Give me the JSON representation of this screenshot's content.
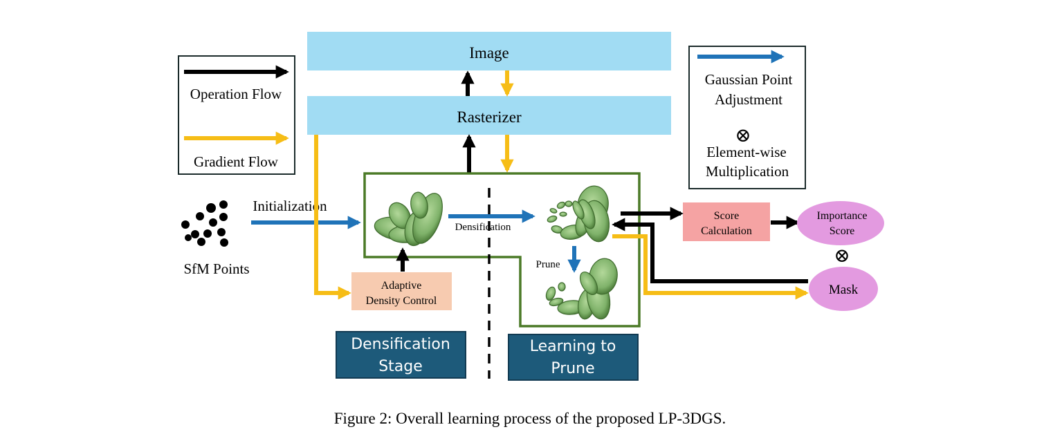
{
  "diagram": {
    "image_label": "Image",
    "rasterizer_label": "Rasterizer",
    "legend_left": {
      "operation_flow": "Operation Flow",
      "gradient_flow": "Gradient Flow"
    },
    "legend_right": {
      "gaussian_line1": "Gaussian Point",
      "gaussian_line2": "Adjustment",
      "multiply_symbol": "⊗",
      "elementwise_line1": "Element-wise",
      "elementwise_line2": "Multiplication"
    },
    "initialization_label": "Initialization",
    "sfm_points_label": "SfM Points",
    "densification_label": "Densification",
    "prune_label": "Prune",
    "adc_line1": "Adaptive",
    "adc_line2": "Density Control",
    "score_line1": "Score",
    "score_line2": "Calculation",
    "importance_line1": "Importance",
    "importance_line2": "Score",
    "multiply_symbol": "⊗",
    "mask_label": "Mask",
    "stage1_line1": "Densification",
    "stage1_line2": "Stage",
    "stage2_line1": "Learning to",
    "stage2_line2": "Prune"
  },
  "caption": "Figure 2: Overall learning process of the proposed LP-3DGS.",
  "colors": {
    "light_blue_box": "#a1dcf3",
    "operation_flow": "#000000",
    "gradient_flow": "#f6bd16",
    "gaussian_adjust": "#1f73b8",
    "green_border": "#4b7a27",
    "gaussian_fill": "#7fb26a",
    "adc_fill": "#f7cbb0",
    "score_fill": "#f5a3a3",
    "ellipse_fill": "#e39ae0",
    "stage_fill": "#1d5a7a"
  }
}
